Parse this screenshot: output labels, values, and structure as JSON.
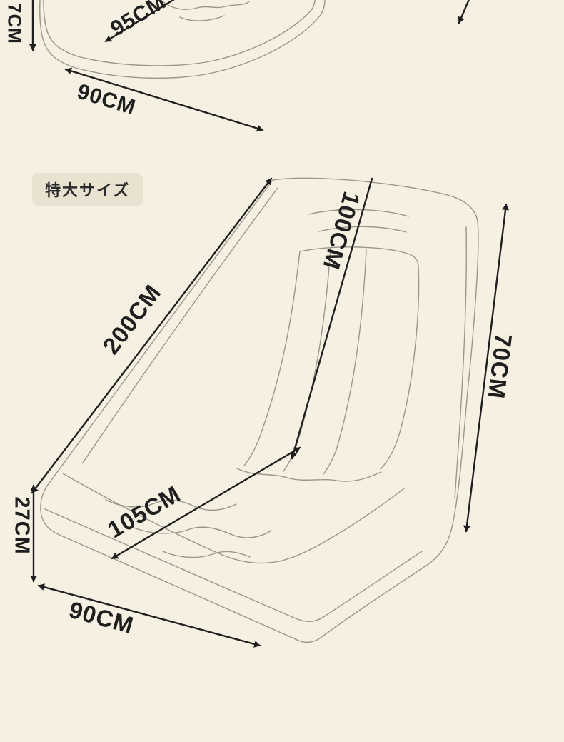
{
  "colors": {
    "background": "#f6f0e2",
    "line": "#9a968a",
    "ink": "#1f1f1f",
    "pill_bg": "#e9e2d1"
  },
  "size_tag": {
    "label": "特大サイズ"
  },
  "top_diagram": {
    "dim_height": "7CM",
    "dim_depth": "95CM",
    "dim_width": "90CM"
  },
  "main_diagram": {
    "dim_length": "200CM",
    "dim_seat": "100CM",
    "dim_back_height": "70CM",
    "dim_seat_width": "105CM",
    "dim_base_height": "27CM",
    "dim_base_width": "90CM"
  }
}
